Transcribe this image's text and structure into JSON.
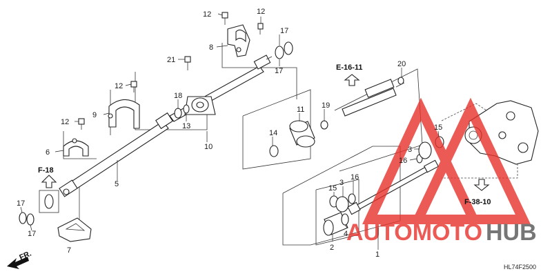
{
  "callouts": {
    "c1": "1",
    "c2": "2",
    "c3a": "3",
    "c3b": "3",
    "c4": "4",
    "c5": "5",
    "c6": "6",
    "c7": "7",
    "c8": "8",
    "c9": "9",
    "c10": "10",
    "c11": "11",
    "c12a": "12",
    "c12b": "12",
    "c12c": "12",
    "c12d": "12",
    "c13": "13",
    "c14": "14",
    "c15a": "15",
    "c15b": "15",
    "c16a": "16",
    "c16b": "16",
    "c17a": "17",
    "c17b": "17",
    "c17c": "17",
    "c17d": "17",
    "c18": "18",
    "c19": "19",
    "c20": "20",
    "c21": "21"
  },
  "references": {
    "e16": "E-16-11",
    "f18": "F-18",
    "f38": "F-38-10",
    "front": "FR."
  },
  "diagram_code": "HL74F2500",
  "watermark": {
    "part1": "AUTOMOTO",
    "part2": "HUB",
    "color_red": "#e8322b",
    "color_grey": "#555555"
  }
}
